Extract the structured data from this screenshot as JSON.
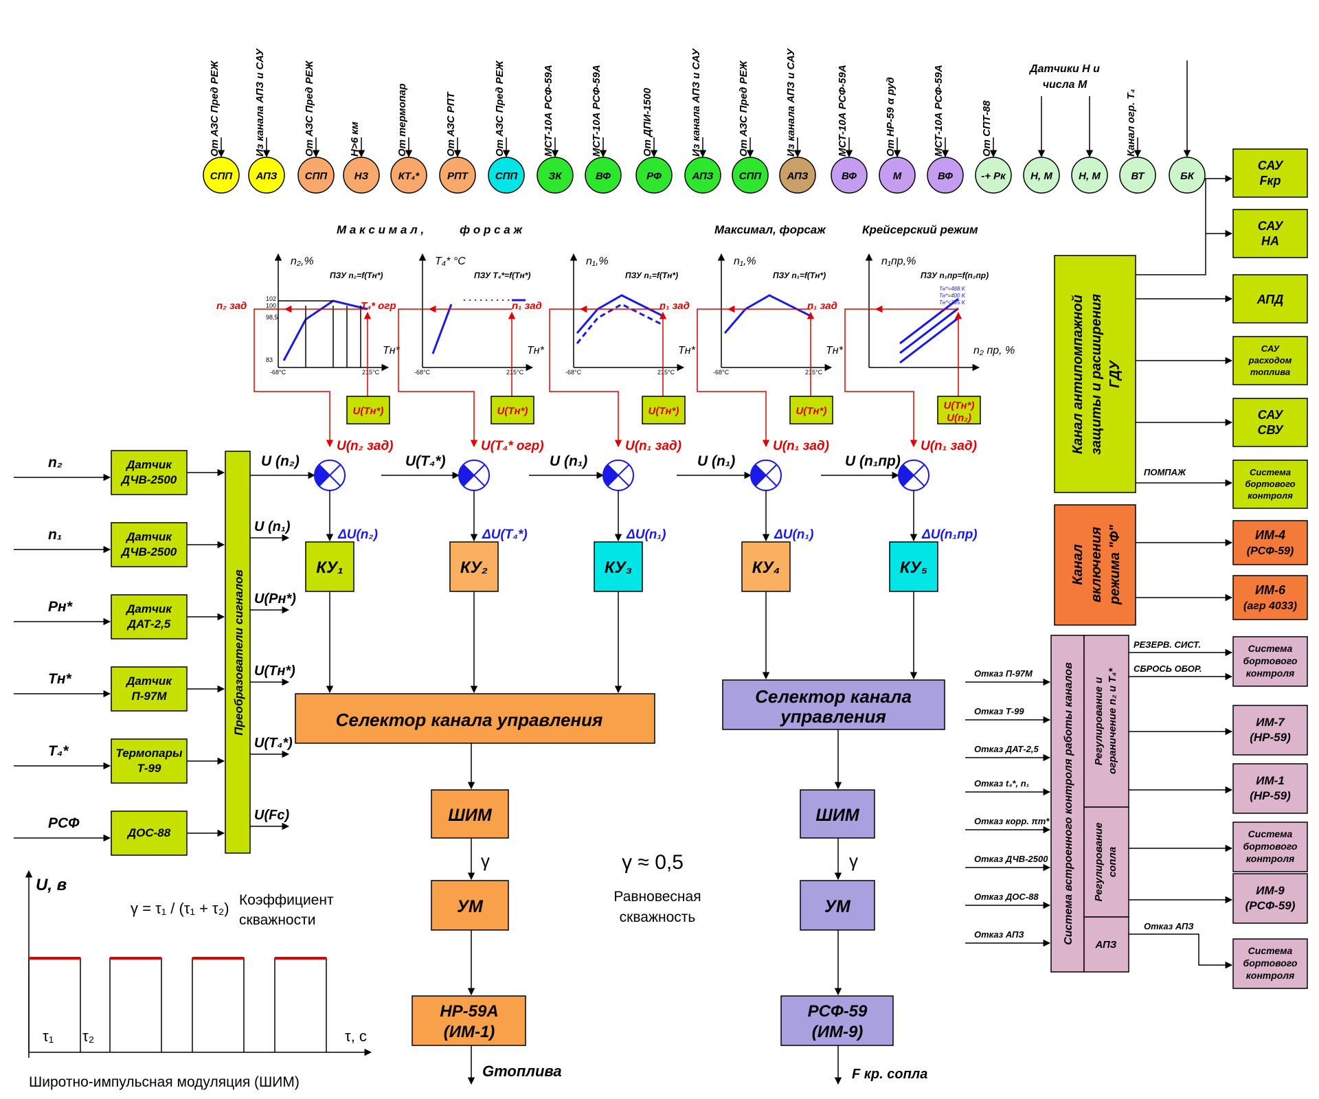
{
  "sensors": {
    "labels": [
      "От АЗС Пред РЕЖ",
      "Из канала АПЗ и САУ",
      "От АЗС Пред РЕЖ",
      "Н>6 км",
      "От термопар",
      "От АЗС РПТ",
      "От АЗС Пред РЕЖ",
      "МСТ-10А РСФ-59А",
      "МСТ-10А РСФ-59А",
      "От ДПИ-1500",
      "Из канала АПЗ и САУ",
      "От АЗС Пред РЕЖ",
      "Из канала АПЗ и САУ",
      "МСТ-10А РСФ-59А",
      "От НР-59 α руд",
      "МСТ-10А РСФ-59А",
      "От СПТ-88",
      "Канал огр. T₄"
    ],
    "hm_sensors_label_1": "Датчики Н и",
    "hm_sensors_label_2": "числа М",
    "circles": [
      "СПП",
      "АПЗ",
      "СПП",
      "НЗ",
      "КТ₄*",
      "РПТ",
      "СПП",
      "ЗК",
      "ВФ",
      "РФ",
      "АПЗ",
      "СПП",
      "АПЗ",
      "ВФ",
      "М",
      "ВФ",
      "-+ Pк",
      "Н, М",
      "Н, М",
      "ВТ",
      "БК"
    ],
    "colors": {
      "yellow": "#ffff00",
      "orange": "#f9a86b",
      "cyan": "#00e5e5",
      "green": "#2ee62e",
      "tan": "#c8a068",
      "violet": "#c49cf0",
      "mint": "#ccf5cc",
      "lime": "#c6e000",
      "lightorange": "#f9b060",
      "lavender": "#a9a0e0",
      "darkorange": "#f47a3a",
      "pink": "#dcb4cc"
    }
  },
  "modes": {
    "max_forsazh_spaced": "М а к с и м а л ,           ф о р с а ж",
    "max_forsazh": "Максимал, форсаж",
    "cruise": "Крейсерский режим"
  },
  "graphs": [
    {
      "ylabel": "n₂,%",
      "pzu": "ПЗУ n₂=f(Tн*)",
      "setpoint": "n₂ зад",
      "xlabel": "Tн*",
      "ticks_y": [
        "102",
        "100",
        "98,5",
        "83"
      ],
      "ticks_x": [
        "-68°C",
        "215°C"
      ],
      "u_input": "U(Tн*)",
      "u_out": "U(n₂ зад)"
    },
    {
      "ylabel": "T₄* °C",
      "pzu": "ПЗУ T₄*=f(Tн*)",
      "setpoint": "T₄* огр",
      "xlabel": "Tн*",
      "ticks_x": [
        "-68°C",
        "215°C"
      ],
      "u_input": "U(Tн*)",
      "u_out": "U(T₄* огр)"
    },
    {
      "ylabel": "n₁,%",
      "pzu": "ПЗУ n₁=f(Tн*)",
      "setpoint": "n₁ зад",
      "xlabel": "Tн*",
      "ticks_x": [
        "-68°C",
        "215°C"
      ],
      "u_input": "U(Tн*)",
      "u_out": "U(n₁ зад)"
    },
    {
      "ylabel": "n₁,%",
      "pzu": "ПЗУ n₁=f(Tн*)",
      "setpoint": "n₁ зад",
      "xlabel": "Tн*",
      "ticks_x": [
        "-68°C",
        "215°C"
      ],
      "u_input": "U(Tн*)",
      "u_out": "U(n₁ зад)"
    },
    {
      "ylabel": "n₁пр,%",
      "pzu": "ПЗУ n₁пр=f(n₂пр)",
      "setpoint": "n₁ зад",
      "xlabel": "n₂ пр, %",
      "legend": [
        "Tн*=488 K",
        "Tн*=400 K",
        "Tн*<335 K"
      ],
      "u_input_1": "U(Tн*)",
      "u_input_2": "U(n₂)",
      "u_out": "U(n₁ зад)"
    }
  ],
  "comparators": {
    "inputs": [
      "U (n₂)",
      "U(T₄*)",
      "U (n₁)",
      "U (n₁)",
      "U (n₁пр)"
    ],
    "errors": [
      "ΔU(n₂)",
      "ΔU(T₄*)",
      "ΔU(n₁)",
      "ΔU(n₁)",
      "ΔU(n₁пр)"
    ],
    "ku": [
      "КУ₁",
      "КУ₂",
      "КУ₃",
      "КУ₄",
      "КУ₅"
    ]
  },
  "inputs": {
    "params": [
      "n₂",
      "n₁",
      "Pн*",
      "Tн*",
      "T₄*",
      "РСФ"
    ],
    "sensors": [
      [
        "Датчик",
        "ДЧВ-2500"
      ],
      [
        "Датчик",
        "ДЧВ-2500"
      ],
      [
        "Датчик",
        "ДАТ-2,5"
      ],
      [
        "Датчик",
        "П-97М"
      ],
      [
        "Термопары",
        "Т-99"
      ],
      [
        "ДОС-88"
      ]
    ],
    "outputs": [
      "U (n₁)",
      "U(Pн*)",
      "U(Tн*)",
      "U(T₄*)",
      "U(Fc)"
    ],
    "converter": "Преобразователи сигналов"
  },
  "chain_left": {
    "selector": "Селектор канала управления",
    "shim": "ШИМ",
    "gamma": "γ",
    "um": "УМ",
    "act_1": "НР-59А",
    "act_2": "(ИМ-1)",
    "output": "Gтоплива"
  },
  "chain_right": {
    "selector_1": "Селектор канала",
    "selector_2": "управления",
    "shim": "ШИМ",
    "gamma": "γ",
    "um": "УМ",
    "act_1": "РСФ-59",
    "act_2": "(ИМ-9)",
    "output": "F кр. сопла"
  },
  "equilibrium": {
    "formula": "γ ≈ 0,5",
    "label_1": "Равновесная",
    "label_2": "скважность"
  },
  "pwm": {
    "ylabel": "U, в",
    "formula": "γ = τ₁ / (τ₁ + τ₂)",
    "coef_1": "Коэффициент",
    "coef_2": "скважности",
    "tau1": "τ₁",
    "tau2": "τ₂",
    "xlabel": "τ, с",
    "title": "Широтно-импульсная модуляция (ШИМ)"
  },
  "antisurge": {
    "channel": [
      "Канал антипомпажной",
      "защиты и расширения",
      "ГДУ"
    ],
    "surge": "ПОМПАЖ",
    "outputs": [
      [
        "САУ",
        "Fкр"
      ],
      [
        "САУ",
        "НА"
      ],
      [
        "АПД"
      ],
      [
        "САУ",
        "расходом",
        "топлива"
      ],
      [
        "САУ",
        "СВУ"
      ],
      [
        "Система",
        "бортового",
        "контроля"
      ]
    ]
  },
  "forsazh": {
    "channel": [
      "Канал",
      "включения",
      "режима \"Ф\""
    ],
    "outputs": [
      [
        "ИМ-4",
        "(РСФ-59)"
      ],
      [
        "ИМ-6",
        "(агр 4033)"
      ]
    ]
  },
  "bit": {
    "channel": "Система встроенного контроля работы каналов",
    "sub": [
      [
        "Регулирование и",
        "ограничение n₂ и T₄*"
      ],
      [
        "Регулирование",
        "сопла"
      ],
      [
        "АПЗ"
      ]
    ],
    "faults": [
      "Отказ П-97М",
      "Отказ Т-99",
      "Отказ ДАТ-2,5",
      "Отказ t₄*, n₁",
      "Отказ корр. πт*",
      "Отказ ДЧВ-2500",
      "Отказ ДОС-88",
      "Отказ АПЗ"
    ],
    "signals": [
      "РЕЗЕРВ. СИСТ.",
      "СБРОСЬ ОБОР.",
      "Отказ АПЗ"
    ],
    "outputs": [
      [
        "Система",
        "бортового",
        "контроля"
      ],
      [
        "ИМ-7",
        "(НР-59)"
      ],
      [
        "ИМ-1",
        "(НР-59)"
      ],
      [
        "Система",
        "бортового",
        "контроля"
      ],
      [
        "ИМ-9",
        "(РСФ-59)"
      ],
      [
        "Система",
        "бортового",
        "контроля"
      ]
    ]
  }
}
